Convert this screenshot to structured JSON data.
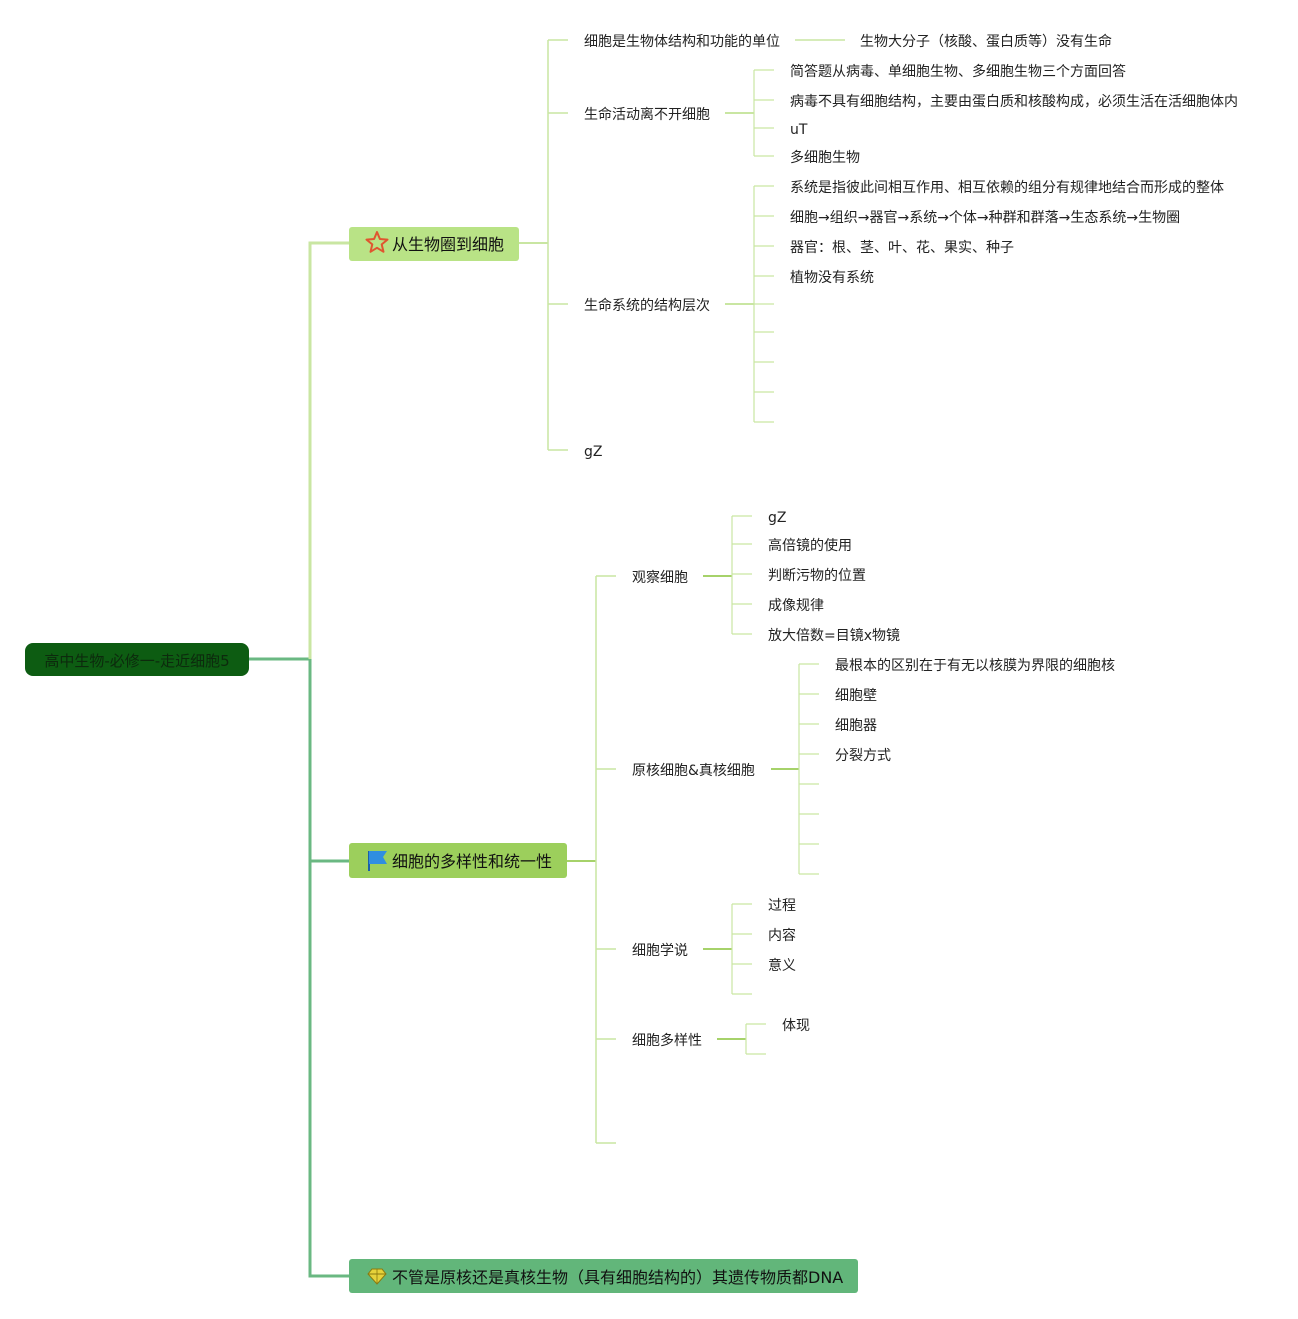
{
  "root": "高中生物-必修一-走近细胞5",
  "colors": {
    "root_fill": "#0d5c12",
    "b1_fill": "#b9e386",
    "b2_fill": "#9ccf5c",
    "b3_fill": "#62b67a",
    "trunk": "#6ab882",
    "line1": "#c9e6a2",
    "line2": "#a6d26a",
    "star_icon": "#e0552f",
    "flag_icon": "#2f8ee0",
    "gem_icon": "#e6d23a"
  },
  "branches": [
    {
      "label": "从生物圈到细胞",
      "icon": "star-icon",
      "children": [
        {
          "label": "细胞是生物体结构和功能的单位",
          "children": [
            "生物大分子（核酸、蛋白质等）没有生命"
          ]
        },
        {
          "label": "生命活动离不开细胞",
          "children": [
            "简答题从病毒、单细胞生物、多细胞生物三个方面回答",
            "病毒不具有细胞结构，主要由蛋白质和核酸构成，必须生活在活细胞体内",
            "uT",
            "多细胞生物"
          ]
        },
        {
          "label": "生命系统的结构层次",
          "children": [
            "系统是指彼此间相互作用、相互依赖的组分有规律地结合而形成的整体",
            "细胞→组织→器官→系统→个体→种群和群落→生态系统→生物圈",
            "器官：根、茎、叶、花、果实、种子",
            "植物没有系统",
            "",
            "",
            "",
            "",
            ""
          ]
        },
        {
          "label": "gZ",
          "children": []
        }
      ]
    },
    {
      "label": "细胞的多样性和统一性",
      "icon": "flag-icon",
      "children": [
        {
          "label": "观察细胞",
          "children": [
            "gZ",
            "高倍镜的使用",
            "判断污物的位置",
            "成像规律",
            "放大倍数=目镜x物镜"
          ]
        },
        {
          "label": "原核细胞&真核细胞",
          "children": [
            "最根本的区别在于有无以核膜为界限的细胞核",
            "细胞壁",
            "细胞器",
            "分裂方式",
            "",
            "",
            "",
            ""
          ]
        },
        {
          "label": "细胞学说",
          "children": [
            "过程",
            "内容",
            "意义",
            ""
          ]
        },
        {
          "label": "细胞多样性",
          "children": [
            "体现",
            ""
          ]
        },
        {
          "label": "",
          "children": []
        }
      ]
    },
    {
      "label": "不管是原核还是真核生物（具有细胞结构的）其遗传物质都DNA",
      "icon": "gem-icon",
      "children": []
    }
  ]
}
